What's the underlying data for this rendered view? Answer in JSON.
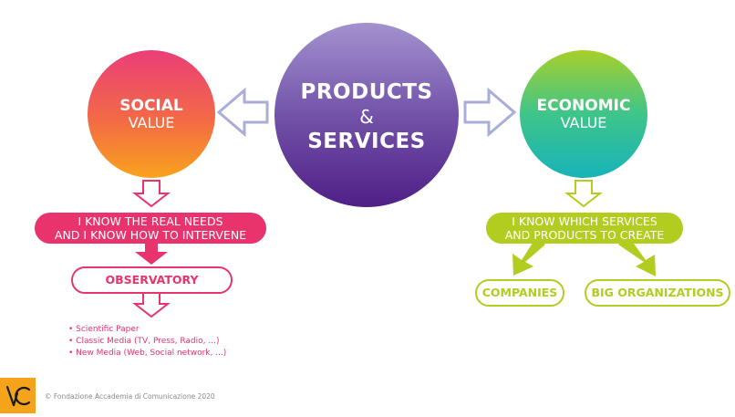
{
  "center": {
    "line1": "PRODUCTS",
    "amp": "&",
    "line2": "SERVICES"
  },
  "social": {
    "bold": "SOCIAL",
    "light": "VALUE"
  },
  "economic": {
    "bold": "ECONOMIC",
    "light": "VALUE"
  },
  "social_pill": {
    "line1": "I KNOW THE REAL NEEDS",
    "line2": "AND I KNOW HOW TO INTERVENE"
  },
  "economic_pill": {
    "line1": "I KNOW WHICH SERVICES",
    "line2": "AND PRODUCTS TO CREATE"
  },
  "observatory": "OBSERVATORY",
  "companies": "COMPANIES",
  "big_organizations": "BIG ORGANIZATIONS",
  "media": [
    "Scientific Paper",
    "Classic Media (TV, Press, Radio, ...)",
    "New Media (Web, Social network, ...)"
  ],
  "copyright": "© Fondazione Accademia di Comunicazione 2020",
  "colors": {
    "pink": "#e8336d",
    "lime": "#b2cc1f",
    "arrow_outline": "#a9aed8"
  }
}
